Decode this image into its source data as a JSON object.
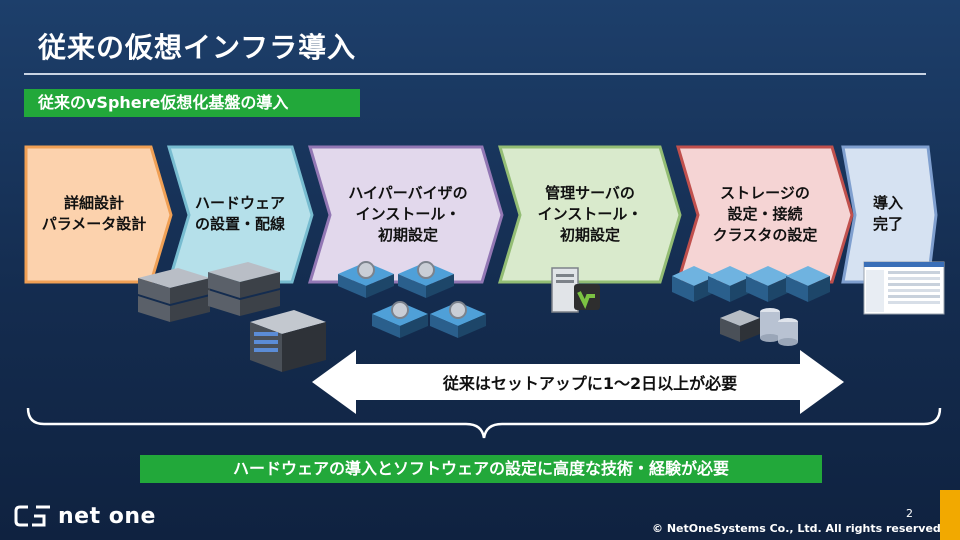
{
  "slide": {
    "title": "従来の仮想インフラ導入",
    "subtitle": "従来のvSphere仮想化基盤の導入",
    "steps": [
      {
        "label": "詳細設計\nパラメータ設計"
      },
      {
        "label": "ハードウェア\nの設置・配線"
      },
      {
        "label": "ハイパーバイザの\nインストール・\n初期設定"
      },
      {
        "label": "管理サーバの\nインストール・\n初期設定"
      },
      {
        "label": "ストレージの\n設定・接続\nクラスタの設定"
      },
      {
        "label": "導入\n完了"
      }
    ],
    "duration_text": "従来はセットアップに1～2日以上が必要",
    "bottom_note": "ハードウェアの導入とソフトウェアの設定に高度な技術・経験が必要",
    "page_number": "2",
    "copyright": "© NetOneSystems Co., Ltd. All rights reserved.",
    "logo_text": "net one"
  },
  "colors": {
    "background": "#17325a",
    "accent_green": "#22a83a",
    "corner_orange": "#f2a900"
  }
}
